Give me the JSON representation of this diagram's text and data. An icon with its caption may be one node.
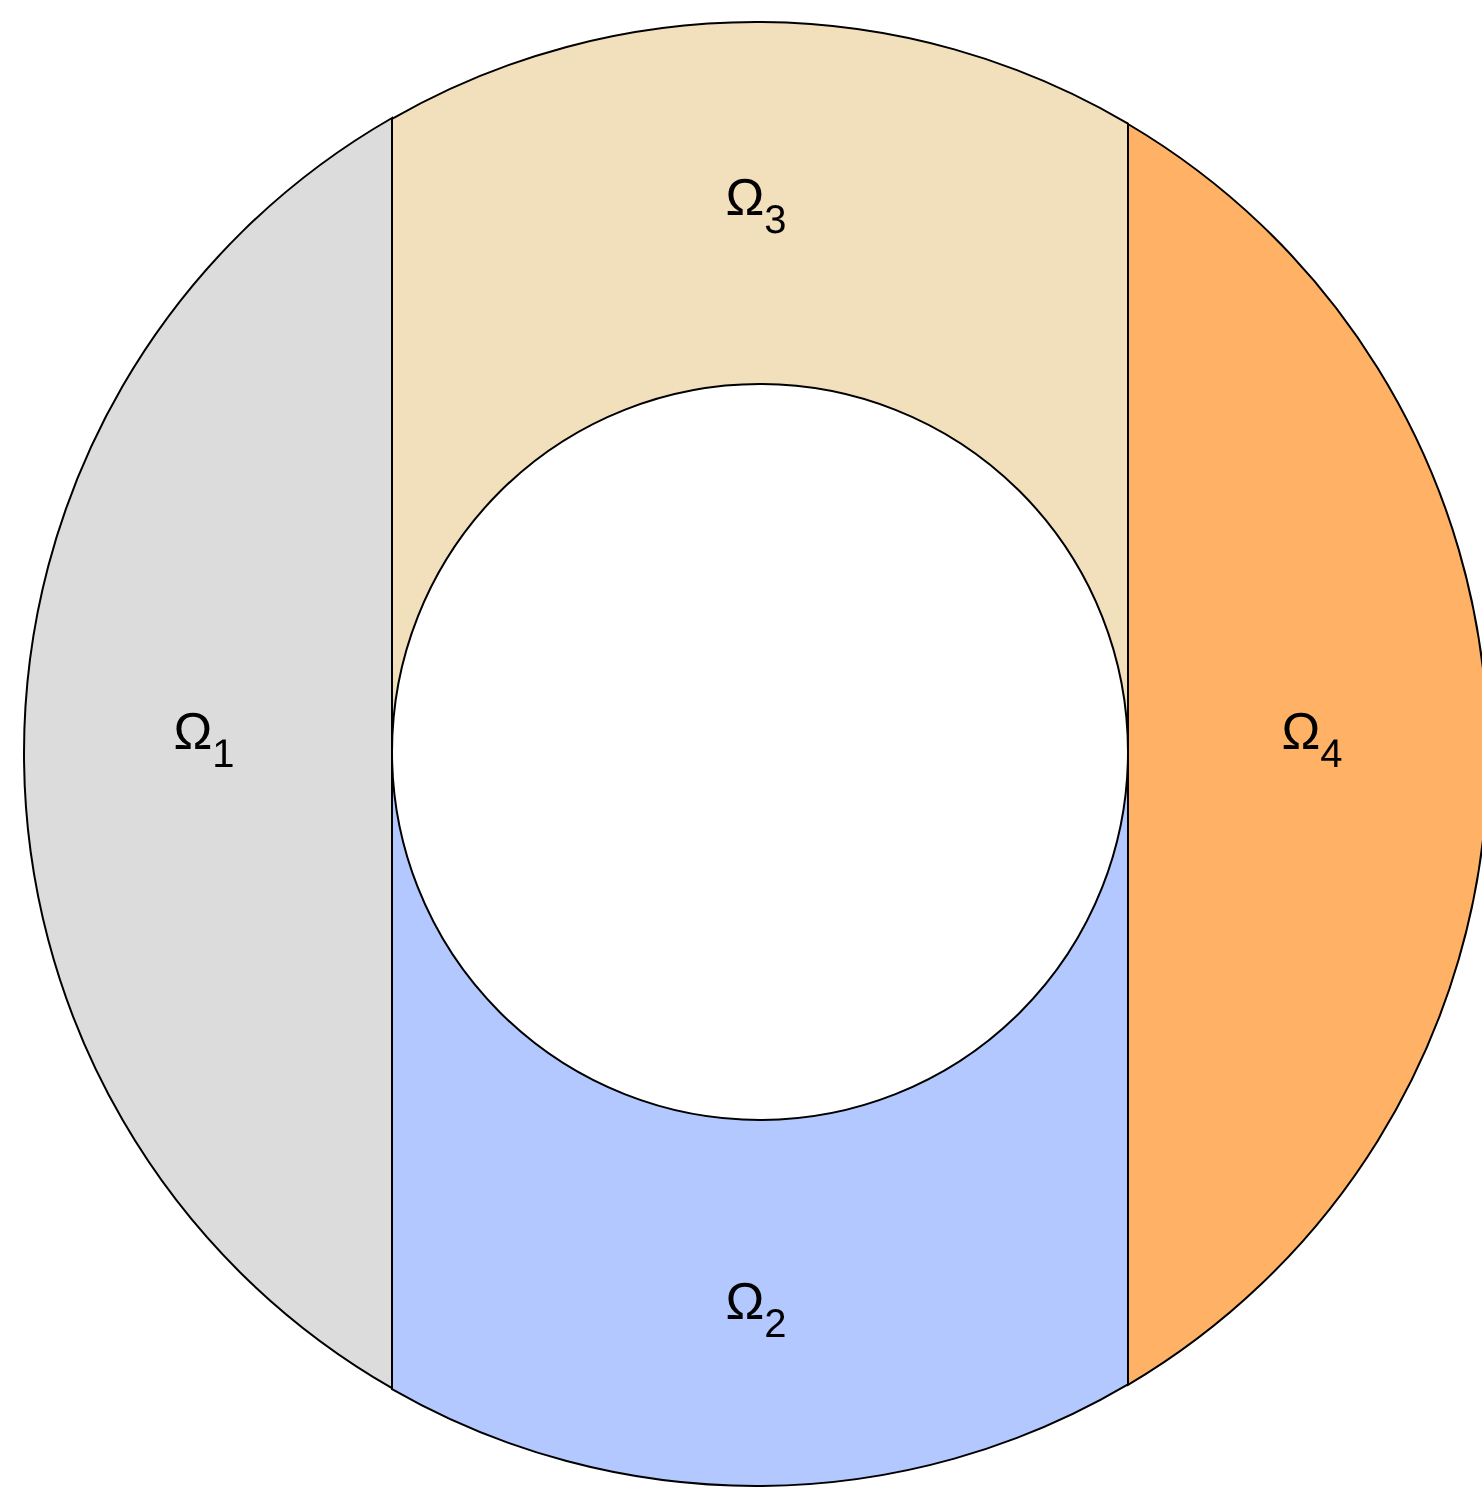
{
  "diagram": {
    "nodes": [
      {
        "text": [
          "Ω$_{3}$"
        ]
      },
      {
        "text": [
          "Ω$_{1}$"
        ]
      },
      {
        "text": [
          "Ω$_{4}$"
        ]
      },
      {
        "text": [
          "Ω$_{2}$"
        ]
      }
    ]
  }
}
